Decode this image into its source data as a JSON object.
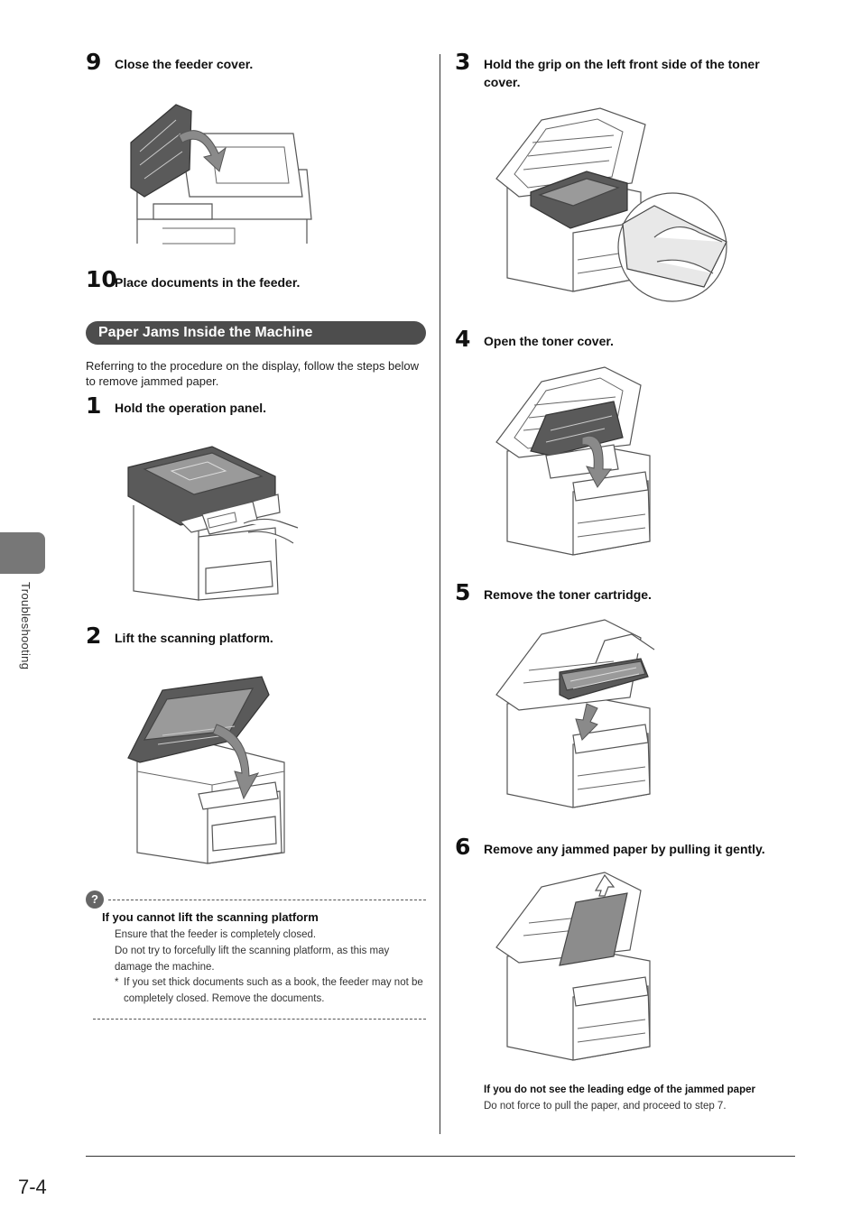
{
  "left": {
    "step9": {
      "num": "9",
      "text": "Close the feeder cover."
    },
    "step10": {
      "num": "10",
      "text": "Place documents in the feeder."
    },
    "section_title": "Paper Jams Inside the Machine",
    "intro": "Referring to the procedure on the display, follow the steps below to remove jammed paper.",
    "step1": {
      "num": "1",
      "text": "Hold the operation panel."
    },
    "step2": {
      "num": "2",
      "text": "Lift the scanning platform."
    },
    "note": {
      "icon": "?",
      "title": "If you cannot lift the scanning platform",
      "line1": "Ensure that the feeder is completely closed.",
      "line2": "Do not try to forcefully lift the scanning platform, as this may damage the machine.",
      "bullet": "*",
      "line3": "If you set thick documents such as a book, the feeder may not be completely closed. Remove the documents."
    }
  },
  "right": {
    "step3": {
      "num": "3",
      "text": "Hold the grip on the left front side of the toner cover."
    },
    "step4": {
      "num": "4",
      "text": "Open the toner cover."
    },
    "step5": {
      "num": "5",
      "text": "Remove the toner cartridge."
    },
    "step6": {
      "num": "6",
      "text": "Remove any jammed paper by pulling it gently."
    },
    "tip_title": "If you do not see the leading edge of the jammed paper",
    "tip_text": "Do not force to pull the paper, and proceed to step 7."
  },
  "side_tab": "Troubleshooting",
  "page_number": "7-4"
}
